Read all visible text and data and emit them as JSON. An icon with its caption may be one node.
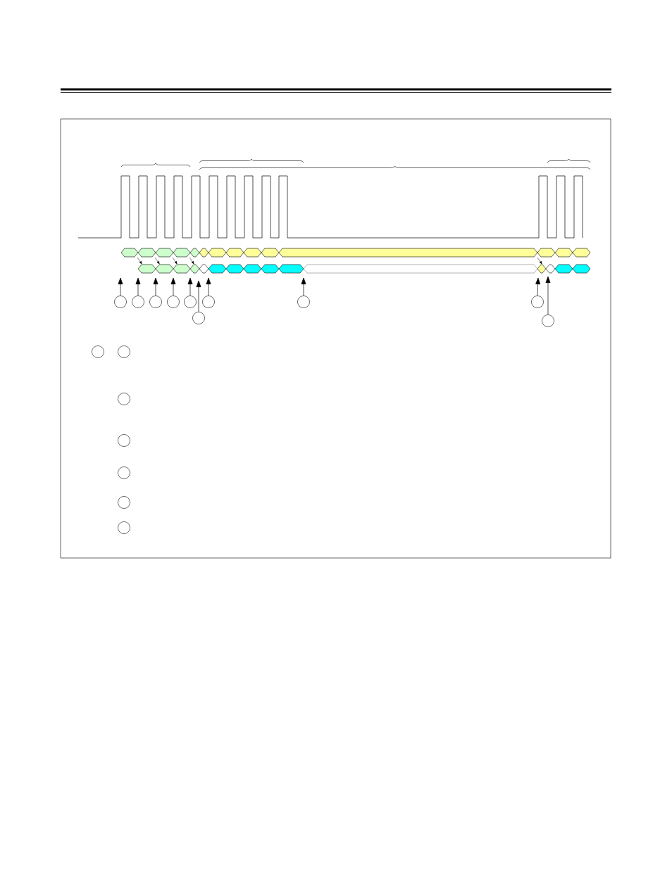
{
  "diagram": {
    "nodes": [
      {
        "text": [],
        "shape": "picture"
      },
      {
        "text": [],
        "shape": "circle"
      },
      {
        "text": [],
        "shape": "circle"
      },
      {
        "text": [],
        "shape": "circle"
      },
      {
        "text": [],
        "shape": "circle"
      },
      {
        "text": [],
        "shape": "circle"
      },
      {
        "text": [],
        "shape": "circle"
      },
      {
        "text": [],
        "shape": "circle"
      },
      {
        "text": [],
        "shape": "circle"
      },
      {
        "text": [],
        "shape": "circle"
      },
      {
        "text": [],
        "shape": "circle"
      },
      {
        "text": [],
        "shape": "circle"
      },
      {
        "text": [],
        "shape": "circle"
      },
      {
        "text": [],
        "shape": "circle"
      },
      {
        "text": [],
        "shape": "circle"
      },
      {
        "text": [],
        "shape": "circle"
      },
      {
        "text": [],
        "shape": "circle"
      },
      {
        "text": [],
        "shape": "circle"
      }
    ],
    "edges": [
      {
        "from": 1,
        "to": 0,
        "arrow": "to"
      },
      {
        "from": 2,
        "to": 0,
        "arrow": "to"
      },
      {
        "from": 3,
        "to": 0,
        "arrow": "to"
      },
      {
        "from": 4,
        "to": 0,
        "arrow": "to"
      },
      {
        "from": 5,
        "to": 0,
        "arrow": "to"
      },
      {
        "from": 6,
        "to": 0,
        "arrow": "to"
      },
      {
        "from": 7,
        "to": 0,
        "arrow": "to"
      },
      {
        "from": 8,
        "to": 0,
        "arrow": "to"
      },
      {
        "from": 9,
        "to": 0,
        "arrow": "to"
      },
      {
        "from": 10,
        "to": 0,
        "arrow": "to"
      }
    ]
  }
}
